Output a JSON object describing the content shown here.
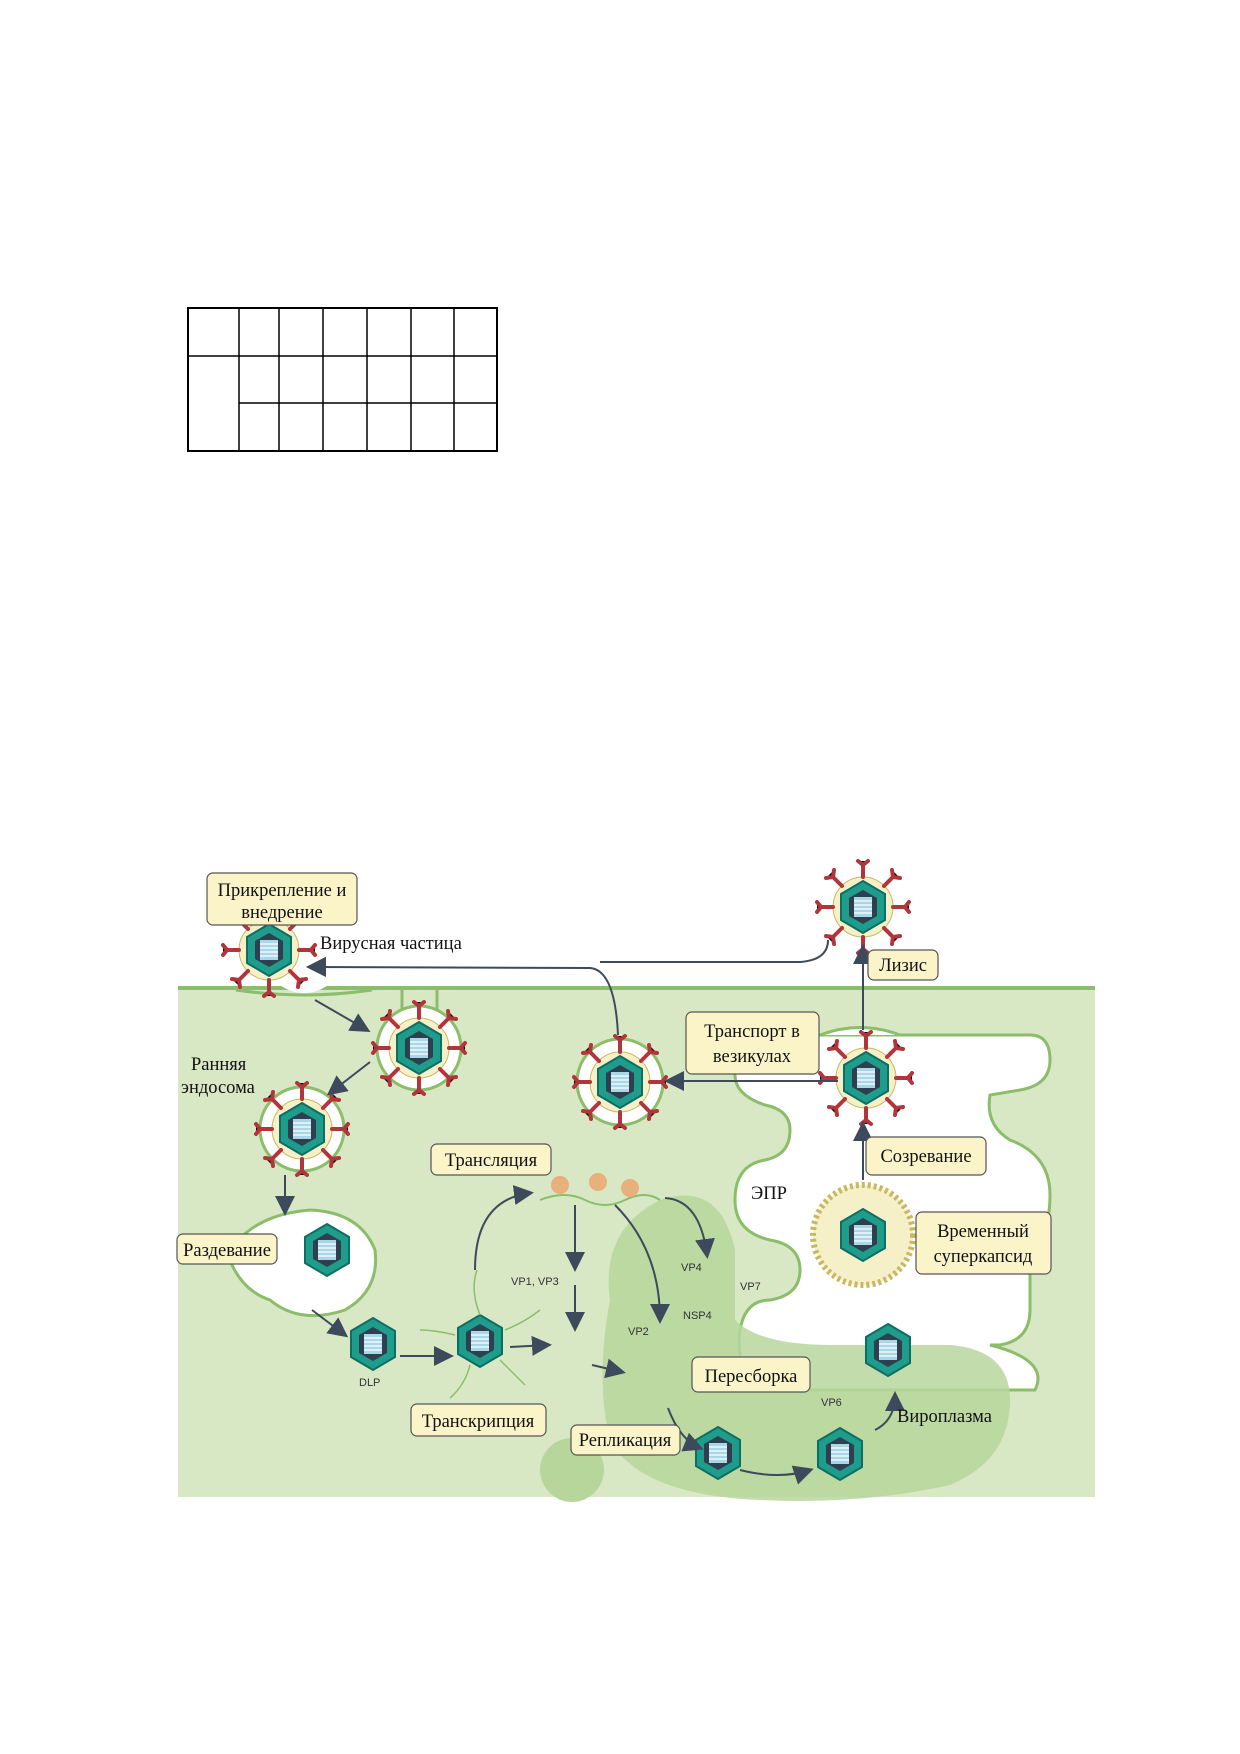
{
  "labels": {
    "attach": [
      "Прикрепление и",
      "внедрение"
    ],
    "virion": "Вирусная частица",
    "early_endosome": [
      "Ранняя",
      "эндосома"
    ],
    "uncoating": "Раздевание",
    "dlp": "DLP",
    "transcription": "Транскрипция",
    "translation": "Трансляция",
    "vp13": "VP1, VP3",
    "vp2": "VP2",
    "vp4": "VP4",
    "vp7": "VP7",
    "nsp4": "NSP4",
    "vp6": "VP6",
    "replication": "Репликация",
    "reassembly": "Пересборка",
    "viroplasm": "Вироплазма",
    "er": "ЭПР",
    "temp_envelope": [
      "Временный",
      "суперкапсид"
    ],
    "maturation": "Созревание",
    "transport": [
      "Транспорт в",
      "везикулах"
    ],
    "lysis": "Лизис"
  },
  "colors": {
    "cytoplasm": "#d8e8c4",
    "membrane": "#8bbd6a",
    "viroplasm": "#b7d69c",
    "capsid": "#1e9c8c",
    "spike": "#b1353a",
    "label_box": "#fbf4c9",
    "arrow": "#3d4a5c"
  }
}
